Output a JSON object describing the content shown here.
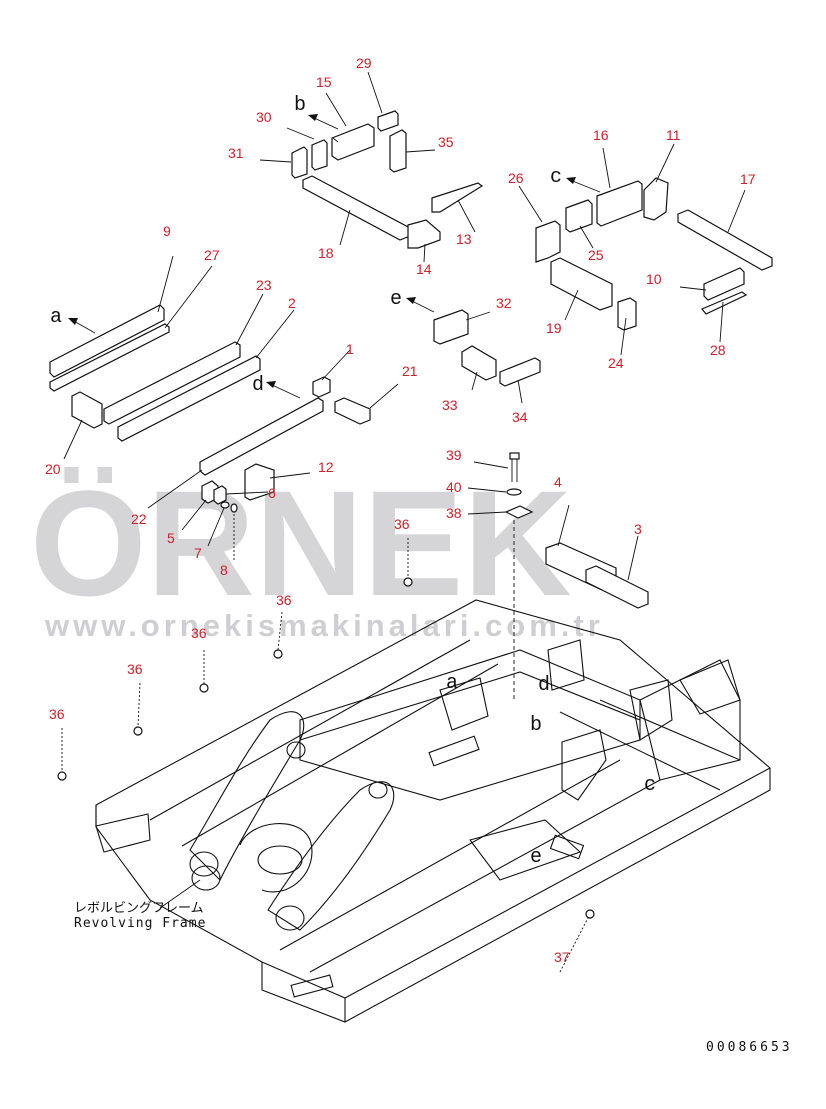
{
  "callouts": {
    "c1": "1",
    "c2": "2",
    "c3": "3",
    "c4": "4",
    "c5": "5",
    "c6": "6",
    "c7": "7",
    "c8": "8",
    "c9": "9",
    "c10": "10",
    "c11": "11",
    "c12": "12",
    "c13": "13",
    "c14": "14",
    "c15": "15",
    "c16": "16",
    "c17": "17",
    "c18": "18",
    "c19": "19",
    "c20": "20",
    "c21": "21",
    "c22": "22",
    "c23": "23",
    "c24": "24",
    "c25": "25",
    "c26": "26",
    "c27": "27",
    "c28": "28",
    "c29": "29",
    "c30": "30",
    "c31": "31",
    "c32": "32",
    "c33": "33",
    "c34": "34",
    "c35": "35",
    "c36": "36",
    "c37": "37",
    "c38": "38",
    "c39": "39",
    "c40": "40"
  },
  "view_letters": {
    "a": "a",
    "b": "b",
    "c": "c",
    "d": "d",
    "e": "e"
  },
  "frame_label": {
    "jp": "レボルビングフレーム",
    "en": "Revolving Frame"
  },
  "drawing_number": "00086653",
  "watermark": {
    "brand": "ÖRNEK",
    "url": "www.ornekismakinalari.com.tr"
  }
}
